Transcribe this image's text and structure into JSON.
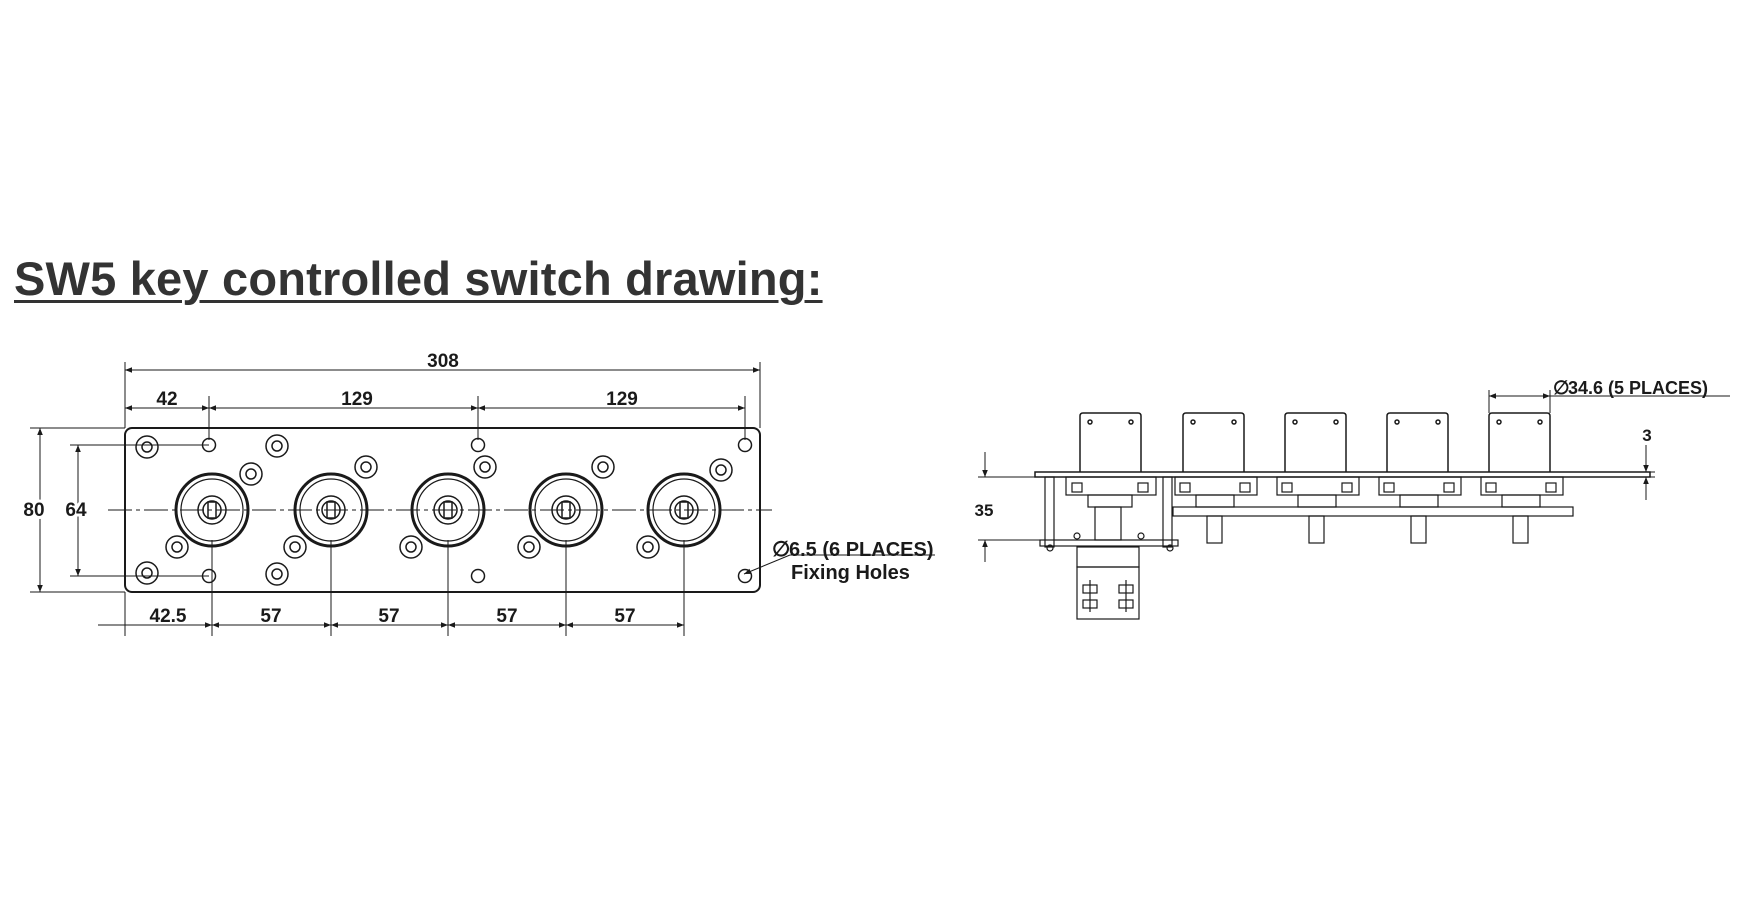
{
  "title": "SW5 key controlled switch drawing:",
  "front_view": {
    "overall_width": "308",
    "hole_spacing": [
      "42",
      "129",
      "129"
    ],
    "overall_height": "80",
    "hole_height": "64",
    "switch_pitch": [
      "42.5",
      "57",
      "57",
      "57",
      "57"
    ],
    "fixing_hole_diameter": "6.5 (6 PLACES)",
    "fixing_hole_label": "Fixing Holes",
    "diameter_symbol": "∅"
  },
  "side_view": {
    "switch_diameter": "34.6 (5 PLACES)",
    "depth": "35",
    "plate_thickness": "3",
    "diameter_symbol": "∅"
  },
  "colors": {
    "line": "#1a1a1a",
    "title": "#333333",
    "background": "#ffffff"
  }
}
